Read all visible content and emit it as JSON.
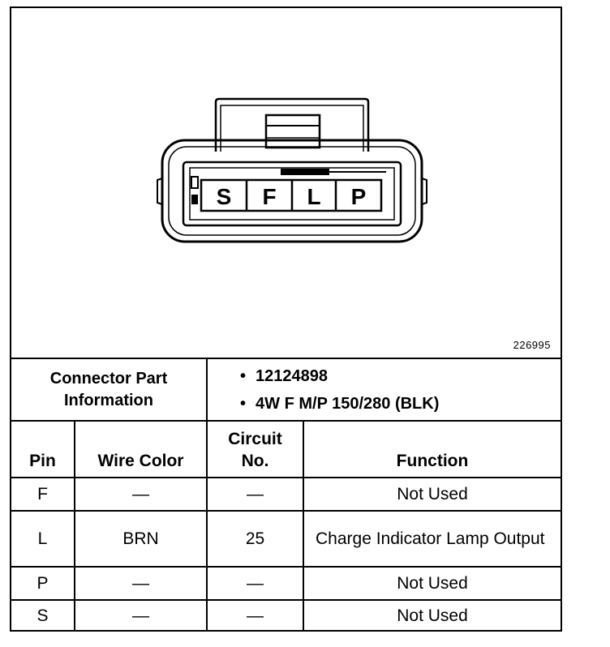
{
  "diagram": {
    "figure_id": "226995",
    "connector_pins": [
      "S",
      "F",
      "L",
      "P"
    ]
  },
  "connector_info": {
    "label_line1": "Connector Part",
    "label_line2": "Information",
    "items": [
      "12124898",
      "4W F M/P 150/280 (BLK)"
    ]
  },
  "table": {
    "headers": {
      "pin": "Pin",
      "wire_color": "Wire Color",
      "circuit_line1": "Circuit",
      "circuit_line2": "No.",
      "function": "Function"
    },
    "rows": [
      {
        "pin": "F",
        "wire_color": "—",
        "circuit": "—",
        "function": "Not Used"
      },
      {
        "pin": "L",
        "wire_color": "BRN",
        "circuit": "25",
        "function": "Charge Indicator Lamp Output"
      },
      {
        "pin": "P",
        "wire_color": "—",
        "circuit": "—",
        "function": "Not Used"
      },
      {
        "pin": "S",
        "wire_color": "—",
        "circuit": "—",
        "function": "Not Used"
      }
    ]
  }
}
